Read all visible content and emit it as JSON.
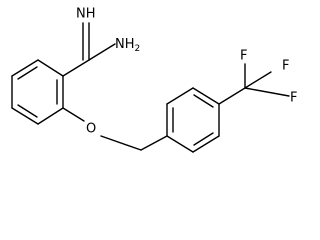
{
  "molecule": {
    "labels": {
      "imine": "NH",
      "amine": "NH",
      "amine_subscript": "2",
      "ether_oxygen": "O",
      "fluorine_top": "F",
      "fluorine_top_right": "F",
      "fluorine_right": "F"
    }
  }
}
